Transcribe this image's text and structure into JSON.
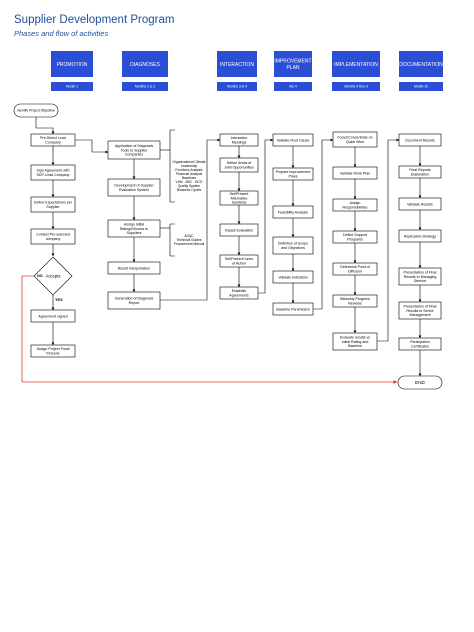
{
  "title": "Supplier Development Program",
  "subtitle": "Phases and flow of activities",
  "colors": {
    "phase_fill": "#2a4fd6",
    "month_fill": "#2a4fd6",
    "phase_text": "#ffffff",
    "box_stroke": "#000000",
    "loop_line": "#e23b3b",
    "text": "#1f4e9c"
  },
  "phases": [
    {
      "label": "PROMOTION",
      "month": "Month 1"
    },
    {
      "label": "DIAGNOSES",
      "month": "Months 2 & 3"
    },
    {
      "label": "INTERACTION",
      "month": "Months 3 & 4"
    },
    {
      "label": "IMPROVEMENT PLAN",
      "month": "Mo 4"
    },
    {
      "label": "IMPLEMENTATION",
      "month": "Months 4 thru 9"
    },
    {
      "label": "DOCUMENTATION",
      "month": "Month 10"
    }
  ],
  "start": "Identify Project Objective",
  "end": "END",
  "decision": {
    "label": "Accepts",
    "yes": "YES",
    "no": "NO"
  },
  "col1": [
    "Pre-Select Lead Company",
    "Sign Agreement with SDP-Lead Company",
    "Define Expectations per Supplier",
    "Contact Pre-selected company",
    "Agreement signed",
    "Assign Project Focal Persons"
  ],
  "col2": [
    "Application of Diagnosis Tools to Supplier Companies",
    "Development of Supplier Evaluation System",
    "Assign Initial Ratings/Scores to Suppliers",
    "Result Interpretation",
    "Generation of Diagnosis Report"
  ],
  "notes": {
    "diagnosis_tools": [
      "Organizational Climate",
      "Leadership",
      "Functions Analysis",
      "Financial Analysis",
      "Baselines",
      "VSM - BSC - BCG",
      "Quality System",
      "Business Cycles"
    ],
    "asqc": [
      "ASQC",
      "Technical Guides",
      "Procurement Manual"
    ]
  },
  "col3": [
    "Interaction Meetings",
    "Define Areas of Joint Opportunities",
    "Set/Present Alternative Solutions",
    "Impact Evaluation",
    "Set/Present Lines of Action",
    "Establish Agreements"
  ],
  "col4": [
    "Validate Root Cause",
    "Prepare Improvement Plans",
    "Feasibility Analysis",
    "Definition of Scope and Objectives",
    "Validate Indicators",
    "Baseline Parameters"
  ],
  "col5": [
    "Focus/Concentrate on Quick Wins",
    "Validate Work Plan",
    "Assign Responsibilities",
    "Define Support Programs",
    "Determine Point of Diffusion",
    "Biweekly Progress Reviews",
    "Evaluate results vs Initial Rating and Baseline"
  ],
  "col6": [
    "Document Results",
    "Final Reports Elaboration",
    "Validate Results",
    "Replication Strategy",
    "Presentation of Final Results to Managing Director",
    "Presentation of Final Results to Senior Management",
    "Participation Certificates"
  ]
}
